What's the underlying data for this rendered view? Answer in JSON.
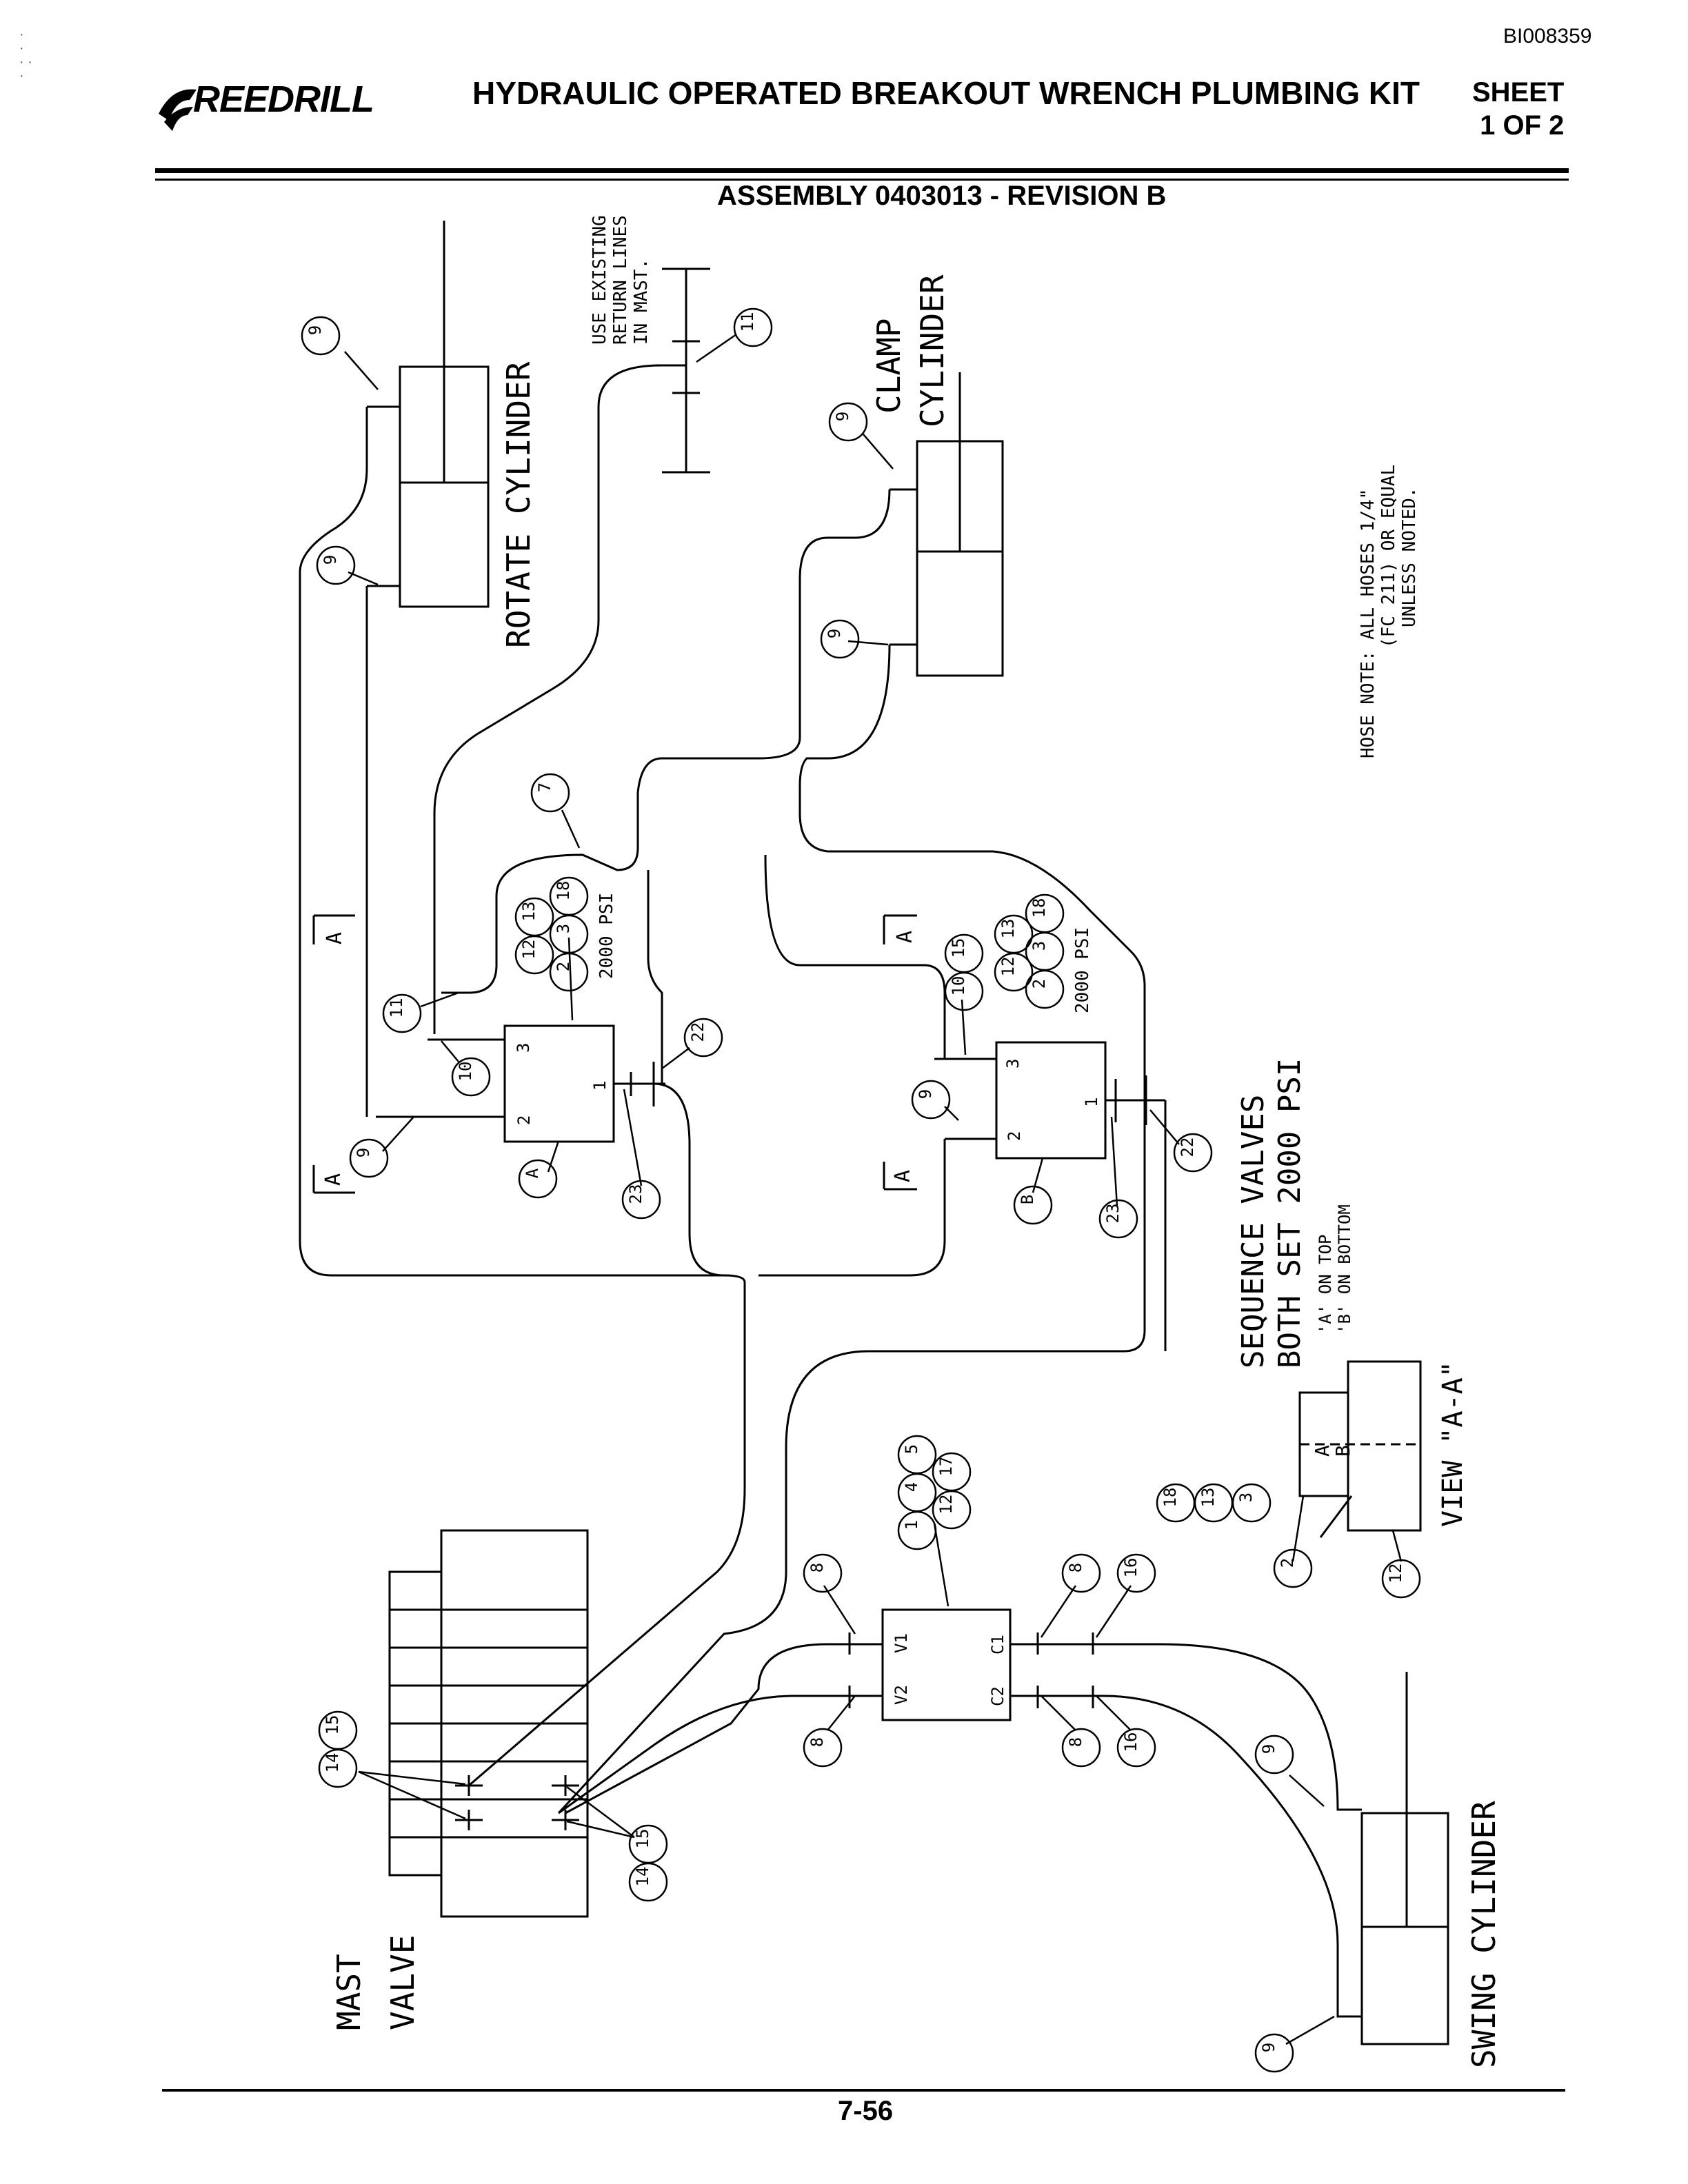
{
  "header": {
    "doc_id": "BI008359",
    "logo_text": "REEDRILL",
    "title": "HYDRAULIC OPERATED BREAKOUT WRENCH PLUMBING KIT",
    "sheet_line1": "SHEET",
    "sheet_line2": "1 OF 2",
    "assembly": "ASSEMBLY 0403013 - REVISION B"
  },
  "footer": {
    "page_number": "7-56"
  },
  "diagram": {
    "labels": {
      "rotate_cylinder": "ROTATE CYLINDER",
      "clamp_cylinder_1": "CLAMP",
      "clamp_cylinder_2": "CYLINDER",
      "return_note_1": "USE EXISTING",
      "return_note_2": "RETURN LINES",
      "return_note_3": "IN MAST.",
      "hose_note_1": "HOSE NOTE: ALL HOSES 1/4\"",
      "hose_note_2": "(FC 211) OR EQUAL",
      "hose_note_3": "UNLESS NOTED.",
      "psi_a": "2000 PSI",
      "psi_b": "2000 PSI",
      "seq_1": "SEQUENCE VALVES",
      "seq_2": "BOTH SET 2000 PSI",
      "seq_3": "'A' ON TOP",
      "seq_4": "'B' ON BOTTOM",
      "view_aa": "VIEW \"A-A\"",
      "mast_valve_1": "MAST",
      "mast_valve_2": "VALVE",
      "swing_cylinder": "SWING CYLINDER",
      "section_a": "A",
      "valve_a": "A",
      "valve_b": "B",
      "port_1": "1",
      "port_2": "2",
      "port_3": "3",
      "port_v1": "V1",
      "port_v2": "V2",
      "port_c1": "C1",
      "port_c2": "C2",
      "view_a": "A",
      "view_b": "B"
    },
    "balloons": {
      "b9": "9",
      "b11": "11",
      "b7": "7",
      "b12": "12",
      "b13": "13",
      "b18": "18",
      "b2": "2",
      "b3": "3",
      "b10": "10",
      "b15": "15",
      "b22": "22",
      "b23": "23",
      "b8": "8",
      "b16": "16",
      "b1": "1",
      "b4": "4",
      "b5": "5",
      "b17": "17",
      "b14": "14"
    }
  }
}
